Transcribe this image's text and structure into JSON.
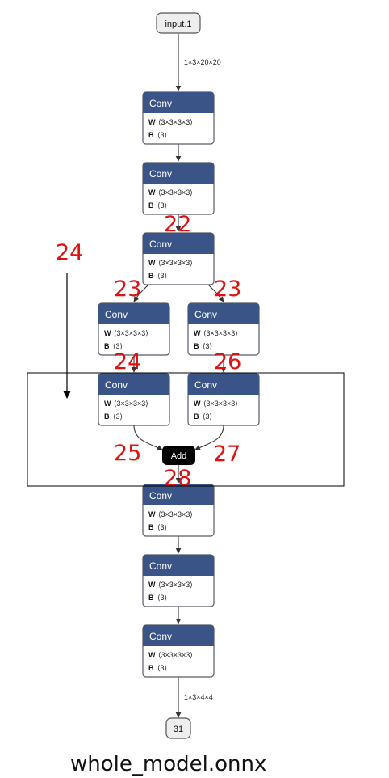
{
  "input_node": {
    "label": "input.1"
  },
  "output_node": {
    "label": "31"
  },
  "edge_labels": {
    "input_shape": "1×3×20×20",
    "output_shape": "1×3×4×4"
  },
  "conv_nodes": [
    {
      "title": "Conv",
      "w_key": "W",
      "w_val": "⟨3×3×3×3⟩",
      "b_key": "B",
      "b_val": "⟨3⟩"
    },
    {
      "title": "Conv",
      "w_key": "W",
      "w_val": "⟨3×3×3×3⟩",
      "b_key": "B",
      "b_val": "⟨3⟩"
    },
    {
      "title": "Conv",
      "w_key": "W",
      "w_val": "⟨3×3×3×3⟩",
      "b_key": "B",
      "b_val": "⟨3⟩"
    },
    {
      "title": "Conv",
      "w_key": "W",
      "w_val": "⟨3×3×3×3⟩",
      "b_key": "B",
      "b_val": "⟨3⟩"
    },
    {
      "title": "Conv",
      "w_key": "W",
      "w_val": "⟨3×3×3×3⟩",
      "b_key": "B",
      "b_val": "⟨3⟩"
    },
    {
      "title": "Conv",
      "w_key": "W",
      "w_val": "⟨3×3×3×3⟩",
      "b_key": "B",
      "b_val": "⟨3⟩"
    },
    {
      "title": "Conv",
      "w_key": "W",
      "w_val": "⟨3×3×3×3⟩",
      "b_key": "B",
      "b_val": "⟨3⟩"
    },
    {
      "title": "Conv",
      "w_key": "W",
      "w_val": "⟨3×3×3×3⟩",
      "b_key": "B",
      "b_val": "⟨3⟩"
    },
    {
      "title": "Conv",
      "w_key": "W",
      "w_val": "⟨3×3×3×3⟩",
      "b_key": "B",
      "b_val": "⟨3⟩"
    },
    {
      "title": "Conv",
      "w_key": "W",
      "w_val": "⟨3×3×3×3⟩",
      "b_key": "B",
      "b_val": "⟨3⟩"
    }
  ],
  "add_node": {
    "label": "Add"
  },
  "annotations": {
    "left_marker": "24",
    "edge_22": "22",
    "edge_23_left": "23",
    "edge_23_right": "23",
    "edge_24": "24",
    "edge_26": "26",
    "edge_25": "25",
    "edge_27": "27",
    "edge_28": "28"
  },
  "caption": "whole_model.onnx",
  "colors": {
    "node_header": "#3b5487",
    "annotation": "#e01010",
    "add_node": "#000000"
  }
}
